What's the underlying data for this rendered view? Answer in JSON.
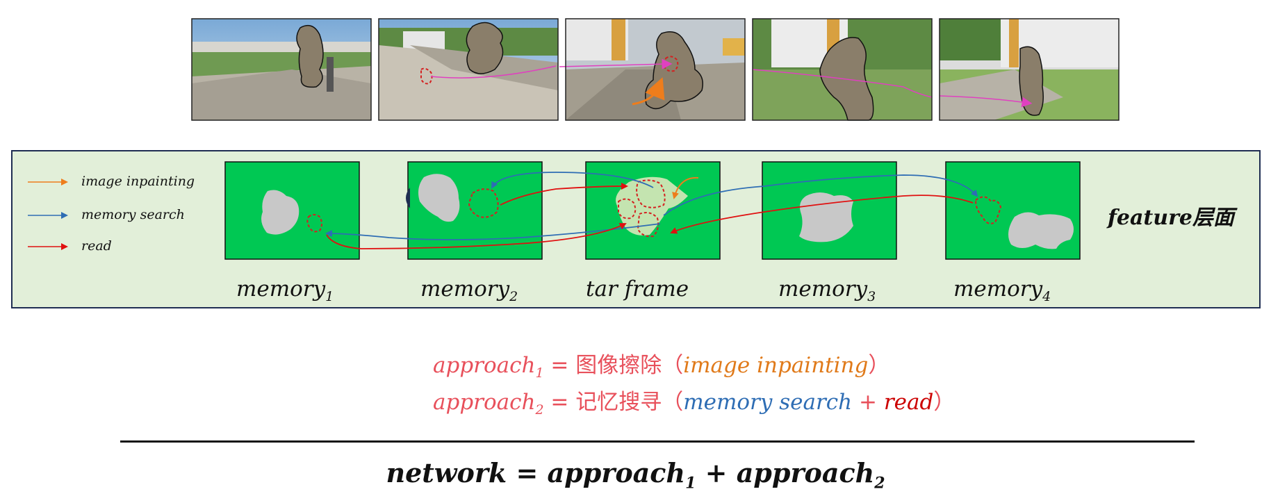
{
  "legend": {
    "inpainting": {
      "label": "image inpainting",
      "color": "#ee7d1c"
    },
    "search": {
      "label": "memory search",
      "color": "#2e6db4"
    },
    "read": {
      "label": "read",
      "color": "#e01010"
    }
  },
  "captions": {
    "memory": "memory",
    "tar_frame": "tar frame",
    "sub1": "1",
    "sub2": "2",
    "sub3": "3",
    "sub4": "4"
  },
  "feature_label": "feature层面",
  "approach1": {
    "name": "approach",
    "sub": "1",
    "eq": " = ",
    "cn": "图像擦除",
    "lparen": "（",
    "en": "image inpainting",
    "rparen": "）"
  },
  "approach2": {
    "name": "approach",
    "sub": "2",
    "eq": " = ",
    "cn": "记忆搜寻",
    "lparen": "（",
    "en_search": "memory search",
    "plus": " + ",
    "en_read": "read",
    "rparen": "）"
  },
  "network": {
    "lhs": "network",
    "eq": " = ",
    "t1": "approach",
    "s1": "1",
    "plus": " + ",
    "t2": "approach",
    "s2": "2"
  },
  "colors": {
    "panel_bg": "#e2efd9",
    "panel_border": "#1f2d52",
    "frame_green": "#00c853",
    "blob_gray": "#c8c8c8",
    "mask_brown": "#8a7e6a",
    "dashed_red": "#d42020",
    "pink_track": "#e040c0"
  }
}
